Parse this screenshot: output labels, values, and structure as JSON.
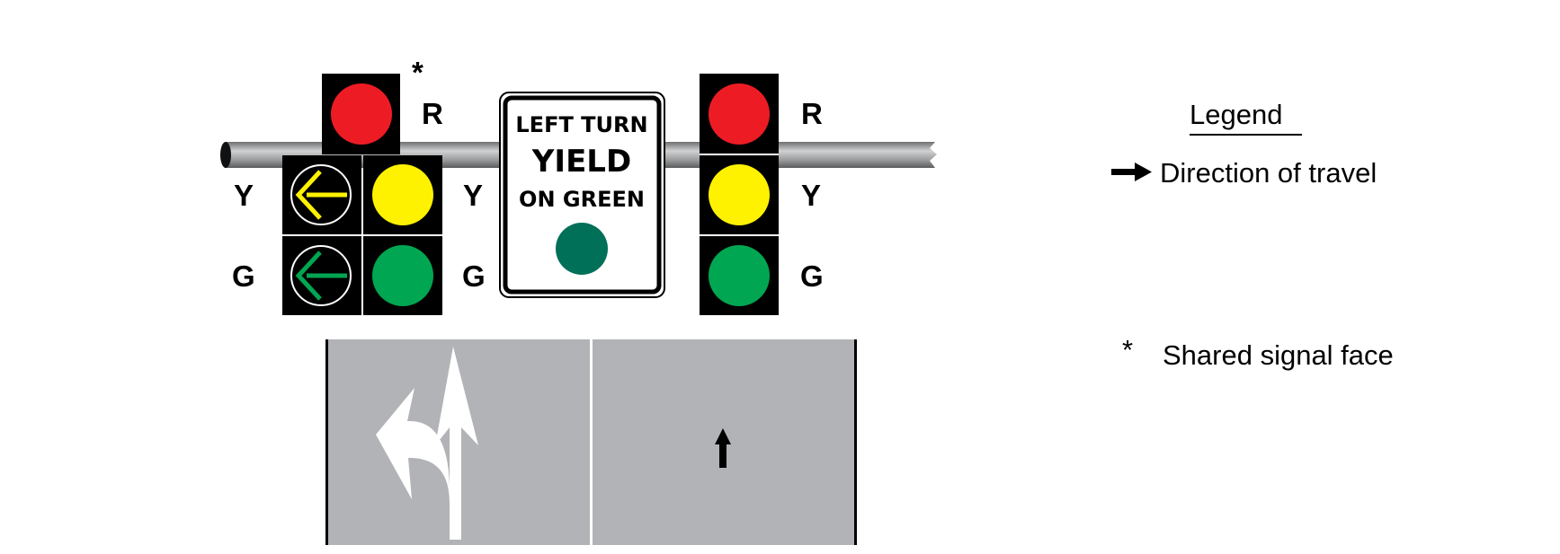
{
  "signals": {
    "shared_marker": "*",
    "left_labels": {
      "r": "R",
      "y_arrow": "Y",
      "g_arrow": "G",
      "y": "Y",
      "g": "G"
    },
    "right_labels": {
      "r": "R",
      "y": "Y",
      "g": "G"
    }
  },
  "sign": {
    "line1": "LEFT TURN",
    "line2": "YIELD",
    "line3": "ON GREEN"
  },
  "legend": {
    "title": "Legend",
    "direction_label": "Direction of travel",
    "shared_marker": "*",
    "shared_label": "Shared signal face"
  },
  "colors": {
    "red": "#ed1c24",
    "yellow": "#fff200",
    "green": "#00a651",
    "sign_green": "#007058",
    "road": "#b2b3b6"
  }
}
